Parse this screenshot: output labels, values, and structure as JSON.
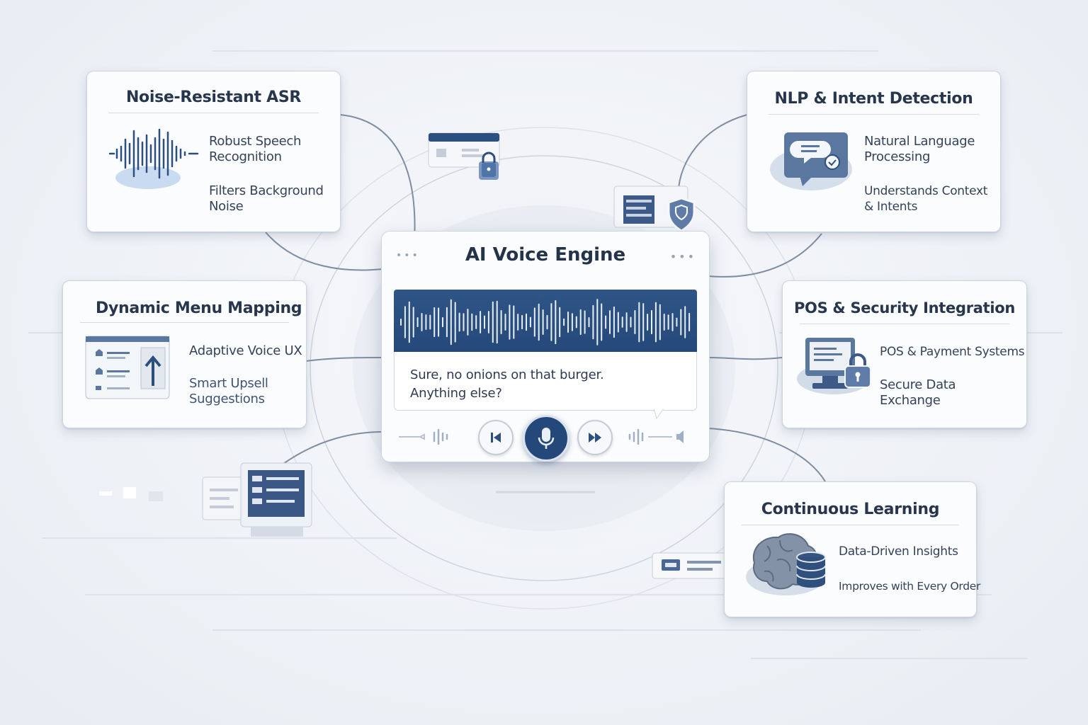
{
  "colors": {
    "accent": "#26497c",
    "card_bg": "#fbfcfd",
    "text": "#27354d"
  },
  "cards": {
    "asr": {
      "title": "Noise-Resistant ASR",
      "features": [
        "Robust Speech\nRecognition",
        "Filters Background\nNoise"
      ],
      "icon": "waveform-icon"
    },
    "nlp": {
      "title": "NLP & Intent Detection",
      "features": [
        "Natural Language\nProcessing",
        "Understands Context\n& Intents"
      ],
      "icon": "chat-bubble-icon"
    },
    "menu": {
      "title": "Dynamic Menu Mapping",
      "features": [
        "Adaptive Voice UX",
        "Smart Upsell\nSuggestions"
      ],
      "icon": "menu-upsell-icon"
    },
    "pos": {
      "title": "POS & Security Integration",
      "features": [
        "POS & Payment Systems",
        "Secure Data\nExchange"
      ],
      "icon": "pos-lock-icon"
    },
    "learning": {
      "title": "Continuous Learning",
      "features": [
        "Data-Driven Insights",
        "Improves with Every Order"
      ],
      "icon": "brain-database-icon"
    }
  },
  "engine": {
    "title": "AI Voice Engine",
    "transcript": "Sure, no onions on that burger.\nAnything else?",
    "controls": [
      "previous-button",
      "microphone-button",
      "fast-forward-button"
    ]
  }
}
